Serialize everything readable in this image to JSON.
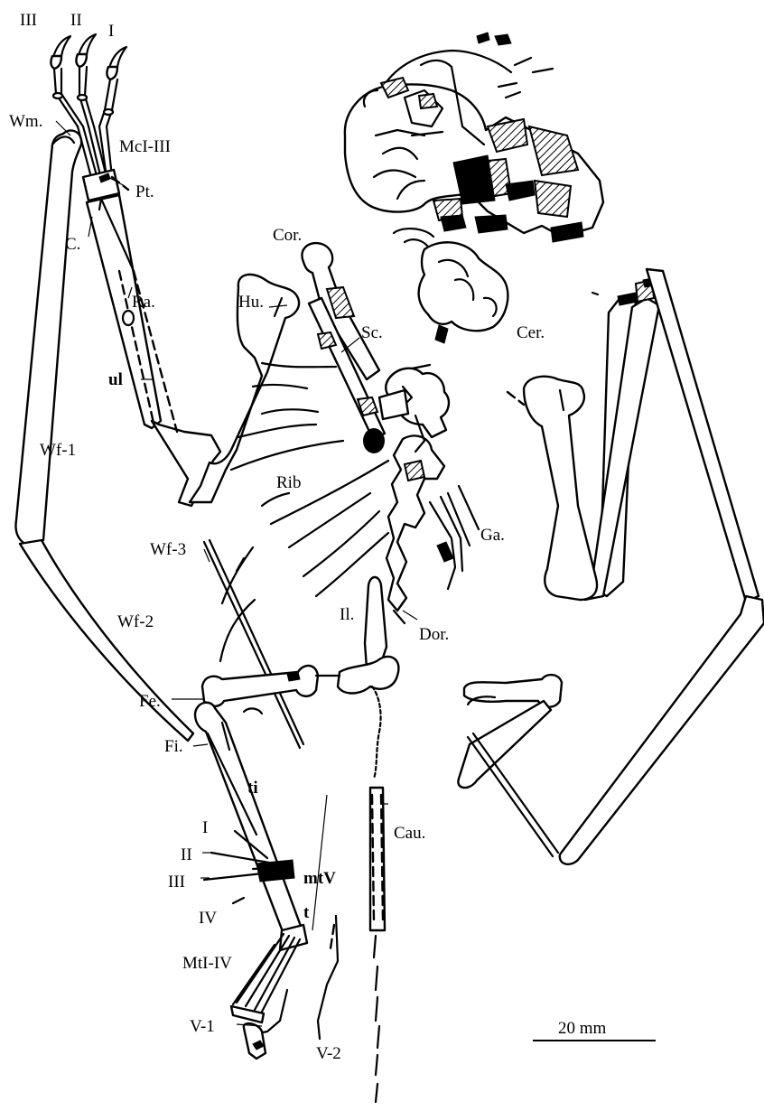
{
  "labels": {
    "digit_III": "III",
    "digit_II": "II",
    "digit_I": "I",
    "wm": "Wm.",
    "mc": "McI-III",
    "pt": "Pt.",
    "c": "C.",
    "cor": "Cor.",
    "ra": "Ra.",
    "hu": "Hu.",
    "sc": "Sc.",
    "cer": "Cer.",
    "ul": "ul",
    "wf1": "Wf-1",
    "rib": "Rib",
    "ga": "Ga.",
    "wf3": "Wf-3",
    "wf2": "Wf-2",
    "il": "Il.",
    "dor": "Dor.",
    "fe": "Fe.",
    "fi": "Fi.",
    "ti": "ti",
    "toe_I": "I",
    "toe_II": "II",
    "toe_III": "III",
    "toe_IV": "IV",
    "cau": "Cau.",
    "mtv": "mtV",
    "t": "t",
    "mt": "MtI-IV",
    "v1": "V-1",
    "v2": "V-2"
  },
  "scale_bar": {
    "label": "20 mm"
  }
}
